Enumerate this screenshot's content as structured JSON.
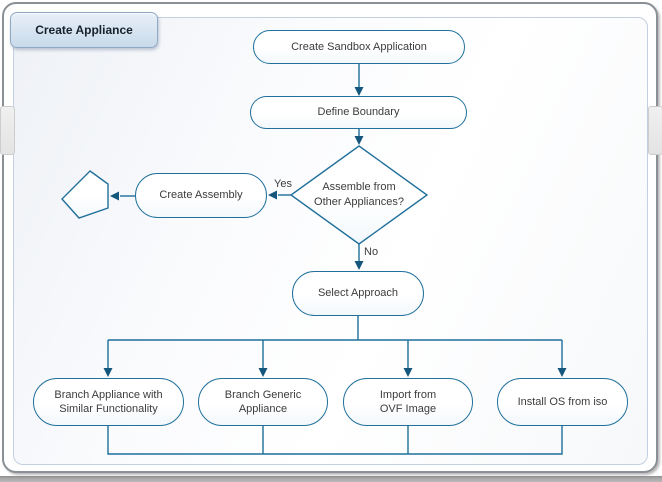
{
  "window": {
    "title": "Create Appliance"
  },
  "nodes": {
    "create_sandbox": "Create Sandbox Application",
    "define_boundary": "Define Boundary",
    "decision_line1": "Assemble from",
    "decision_line2": "Other Appliances?",
    "create_assembly": "Create Assembly",
    "select_approach": "Select Approach",
    "branch_similar_line1": "Branch Appliance with",
    "branch_similar_line2": "Similar Functionality",
    "branch_generic_line1": "Branch Generic",
    "branch_generic_line2": "Appliance",
    "import_ovf_line1": "Import from",
    "import_ovf_line2": "OVF Image",
    "install_os": "Install OS from iso"
  },
  "edge_labels": {
    "yes": "Yes",
    "no": "No"
  },
  "colors": {
    "node_border": "#20709b",
    "connector": "#1e6e9b",
    "arrowhead": "#15567d",
    "node_text": "#3c3c3c",
    "tab_border": "#8fa9c4",
    "tab_fill_top": "#e9f0f8",
    "tab_fill_bottom": "#c9daeb",
    "window_border": "#8b9096",
    "canvas_border": "#c3d0e2"
  }
}
